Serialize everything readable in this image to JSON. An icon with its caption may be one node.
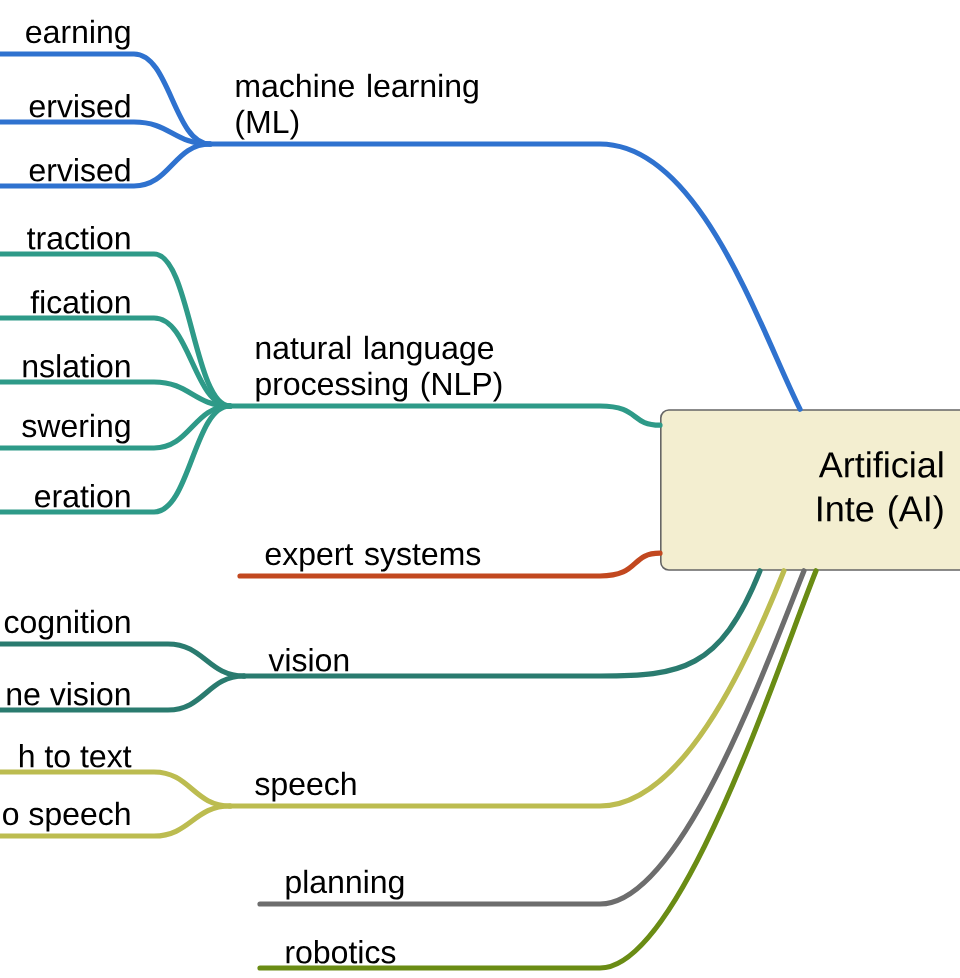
{
  "diagram": {
    "nodes": [
      {
        "text": [
          "Artificial Inte (AI)"
        ]
      },
      {
        "text": [
          "machine learning (ML)"
        ]
      },
      {
        "text": [
          "earning"
        ]
      },
      {
        "text": [
          "ervised"
        ]
      },
      {
        "text": [
          "ervised"
        ]
      },
      {
        "text": [
          "natural language processing (NLP)"
        ]
      },
      {
        "text": [
          "traction"
        ]
      },
      {
        "text": [
          "fication"
        ]
      },
      {
        "text": [
          "nslation"
        ]
      },
      {
        "text": [
          "swering"
        ]
      },
      {
        "text": [
          "eration"
        ]
      },
      {
        "text": [
          "expert systems"
        ]
      },
      {
        "text": [
          "vision"
        ]
      },
      {
        "text": [
          "cognition"
        ]
      },
      {
        "text": [
          "ne vision"
        ]
      },
      {
        "text": [
          "speech"
        ]
      },
      {
        "text": [
          "h to text"
        ]
      },
      {
        "text": [
          "o speech"
        ]
      },
      {
        "text": [
          "planning"
        ]
      },
      {
        "text": [
          "robotics"
        ]
      }
    ],
    "edges": [
      {
        "from": 0,
        "to": 1,
        "arrow": "none",
        "color": "#2f72cf"
      },
      {
        "from": 1,
        "to": 2,
        "arrow": "none",
        "color": "#2f72cf"
      },
      {
        "from": 1,
        "to": 3,
        "arrow": "none",
        "color": "#2f72cf"
      },
      {
        "from": 1,
        "to": 4,
        "arrow": "none",
        "color": "#2f72cf"
      },
      {
        "from": 0,
        "to": 5,
        "arrow": "none",
        "color": "#2e9a88"
      },
      {
        "from": 5,
        "to": 6,
        "arrow": "none",
        "color": "#2e9a88"
      },
      {
        "from": 5,
        "to": 7,
        "arrow": "none",
        "color": "#2e9a88"
      },
      {
        "from": 5,
        "to": 8,
        "arrow": "none",
        "color": "#2e9a88"
      },
      {
        "from": 5,
        "to": 9,
        "arrow": "none",
        "color": "#2e9a88"
      },
      {
        "from": 5,
        "to": 10,
        "arrow": "none",
        "color": "#2e9a88"
      },
      {
        "from": 0,
        "to": 11,
        "arrow": "none",
        "color": "#c2481f"
      },
      {
        "from": 0,
        "to": 12,
        "arrow": "none",
        "color": "#2a7b6f"
      },
      {
        "from": 12,
        "to": 13,
        "arrow": "none",
        "color": "#2a7b6f"
      },
      {
        "from": 12,
        "to": 14,
        "arrow": "none",
        "color": "#2a7b6f"
      },
      {
        "from": 0,
        "to": 15,
        "arrow": "none",
        "color": "#bcbc50"
      },
      {
        "from": 15,
        "to": 16,
        "arrow": "none",
        "color": "#bcbc50"
      },
      {
        "from": 15,
        "to": 17,
        "arrow": "none",
        "color": "#bcbc50"
      },
      {
        "from": 0,
        "to": 18,
        "arrow": "none",
        "color": "#6d6d6d"
      },
      {
        "from": 0,
        "to": 19,
        "arrow": "none",
        "color": "#6a8c14"
      }
    ]
  }
}
